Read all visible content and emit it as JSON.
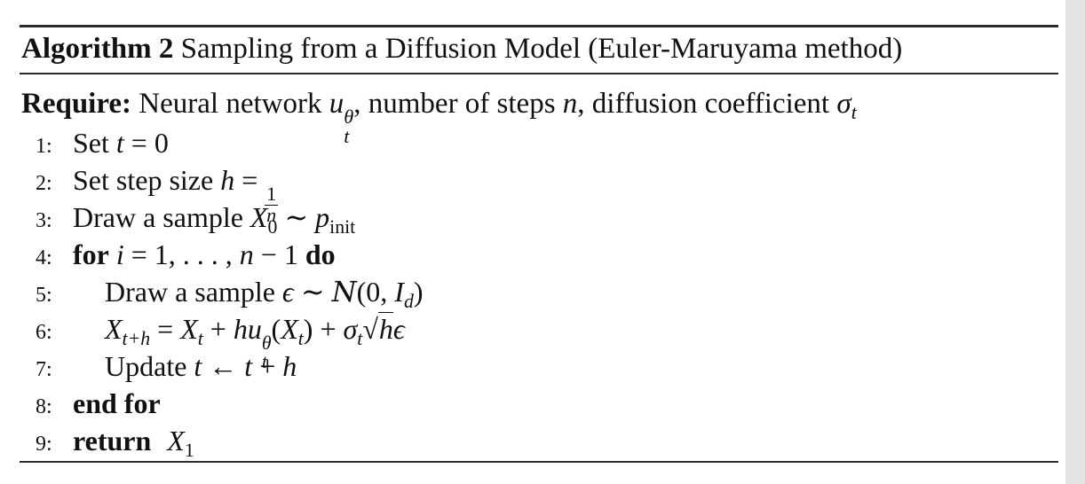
{
  "algorithm": {
    "label": "Algorithm 2",
    "title": "Sampling from a Diffusion Model (Euler-Maruyama method)"
  },
  "require": {
    "keyword": "Require:",
    "text_a": "Neural network",
    "text_b": ", number of steps",
    "text_c": ", diffusion coefficient"
  },
  "lines": [
    {
      "num": "1:",
      "text": "Set"
    },
    {
      "num": "2:",
      "text": "Set step size"
    },
    {
      "num": "3:",
      "text": "Draw a sample"
    },
    {
      "num": "4:",
      "keyword": "for",
      "keyword_end": "do"
    },
    {
      "num": "5:",
      "text": "Draw a sample"
    },
    {
      "num": "6:"
    },
    {
      "num": "7:",
      "text": "Update"
    },
    {
      "num": "8:",
      "keyword": "end for"
    },
    {
      "num": "9:",
      "keyword": "return"
    }
  ]
}
